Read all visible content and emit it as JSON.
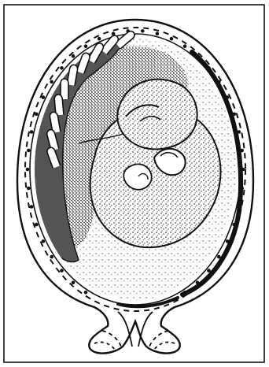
{
  "figure": {
    "style": "black-and-white stipple line drawing",
    "colors": {
      "ink": "#111111",
      "background": "#ffffff",
      "shade": "#555555"
    },
    "parts": [
      "frame",
      "outer-uterine-wall",
      "inner-dark-lining",
      "placenta-villi",
      "stippled-placental-mass",
      "embryo-head",
      "embryo-limb-bud",
      "embryo-body",
      "cervical-opening"
    ]
  }
}
